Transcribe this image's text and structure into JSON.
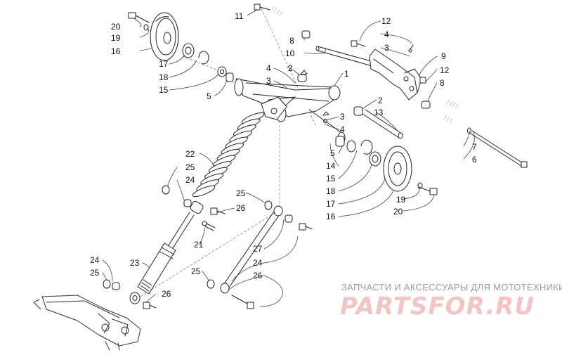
{
  "diagram": {
    "callouts": [
      {
        "id": "c1",
        "text": "1"
      },
      {
        "id": "c2a",
        "text": "2"
      },
      {
        "id": "c2b",
        "text": "2"
      },
      {
        "id": "c3a",
        "text": "3"
      },
      {
        "id": "c3b",
        "text": "3"
      },
      {
        "id": "c3c",
        "text": "3"
      },
      {
        "id": "c4a",
        "text": "4"
      },
      {
        "id": "c4b",
        "text": "4"
      },
      {
        "id": "c4c",
        "text": "4"
      },
      {
        "id": "c5a",
        "text": "5"
      },
      {
        "id": "c5b",
        "text": "5"
      },
      {
        "id": "c6",
        "text": "6"
      },
      {
        "id": "c7",
        "text": "7"
      },
      {
        "id": "c8a",
        "text": "8"
      },
      {
        "id": "c8b",
        "text": "8"
      },
      {
        "id": "c9",
        "text": "9"
      },
      {
        "id": "c10",
        "text": "10"
      },
      {
        "id": "c11",
        "text": "11"
      },
      {
        "id": "c12a",
        "text": "12"
      },
      {
        "id": "c12b",
        "text": "12"
      },
      {
        "id": "c13",
        "text": "13"
      },
      {
        "id": "c14",
        "text": "14"
      },
      {
        "id": "c15a",
        "text": "15"
      },
      {
        "id": "c15b",
        "text": "15"
      },
      {
        "id": "c16a",
        "text": "16"
      },
      {
        "id": "c16b",
        "text": "16"
      },
      {
        "id": "c17a",
        "text": "17"
      },
      {
        "id": "c17b",
        "text": "17"
      },
      {
        "id": "c18a",
        "text": "18"
      },
      {
        "id": "c18b",
        "text": "18"
      },
      {
        "id": "c19a",
        "text": "19"
      },
      {
        "id": "c19b",
        "text": "19"
      },
      {
        "id": "c20a",
        "text": "20"
      },
      {
        "id": "c20b",
        "text": "20"
      },
      {
        "id": "c21",
        "text": "21"
      },
      {
        "id": "c22",
        "text": "22"
      },
      {
        "id": "c23",
        "text": "23"
      },
      {
        "id": "c24a",
        "text": "24"
      },
      {
        "id": "c24b",
        "text": "24"
      },
      {
        "id": "c24c",
        "text": "24"
      },
      {
        "id": "c25a",
        "text": "25"
      },
      {
        "id": "c25b",
        "text": "25"
      },
      {
        "id": "c25c",
        "text": "25"
      },
      {
        "id": "c25d",
        "text": "25"
      },
      {
        "id": "c26a",
        "text": "26"
      },
      {
        "id": "c26b",
        "text": "26"
      },
      {
        "id": "c26c",
        "text": "26"
      },
      {
        "id": "c27",
        "text": "27"
      }
    ]
  },
  "watermark": {
    "subtitle": "ЗАПЧАСТИ И АКСЕССУАРЫ ДЛЯ МОТОТЕХНИКИ",
    "logo": "PARTSFOR.RU"
  },
  "colors": {
    "line": "#222222",
    "watermark": "#f2c4c4",
    "watermark_text": "#9a9a9a"
  }
}
